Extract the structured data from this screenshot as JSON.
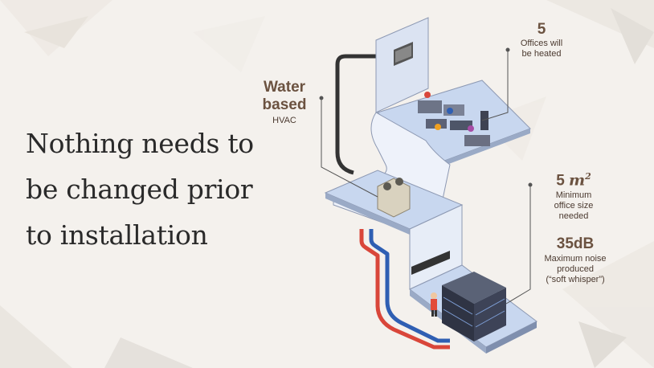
{
  "headline": {
    "line1": "Nothing needs to",
    "line2": "be changed prior",
    "line3": "to installation"
  },
  "stats": {
    "hvac": {
      "value1": "Water",
      "value2": "based",
      "label": "HVAC"
    },
    "offices": {
      "value": "5",
      "label1": "Offices will",
      "label2": "be heated"
    },
    "size": {
      "value": "5",
      "unit": "m",
      "exponent": "2",
      "label1": "Minimum",
      "label2": "office size",
      "label3": "needed"
    },
    "noise": {
      "value": "35dB",
      "label1": "Maximum noise",
      "label2": "produced",
      "label3": "(“soft whisper”)"
    }
  },
  "colors": {
    "accent": "#6b5240",
    "text": "#2a2a2a",
    "background": "#f4f1ed",
    "pipe_red": "#d9463a",
    "pipe_blue": "#2f5fb3",
    "floor_blue": "#c8d7ef"
  }
}
